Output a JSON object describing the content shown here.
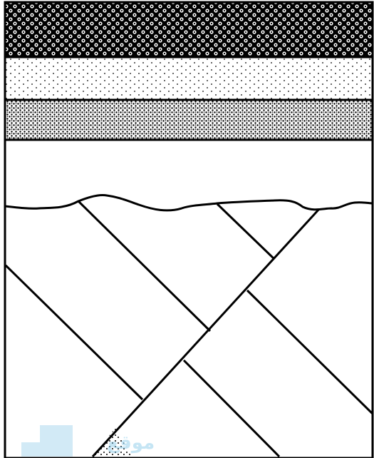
{
  "figure": {
    "description_visible_text": "",
    "watermark_text": "موقع"
  },
  "colors": {
    "line": "#000000",
    "background": "#ffffff",
    "watermark": "#7fc6e8"
  },
  "layers": [
    {
      "name": "layer-conglomerate",
      "pattern": "coarse-circles"
    },
    {
      "name": "layer-sandstone",
      "pattern": "sparse-dots"
    },
    {
      "name": "layer-fine-gravel",
      "pattern": "dense-dots"
    },
    {
      "name": "layer-unpatterned",
      "pattern": "none"
    }
  ]
}
